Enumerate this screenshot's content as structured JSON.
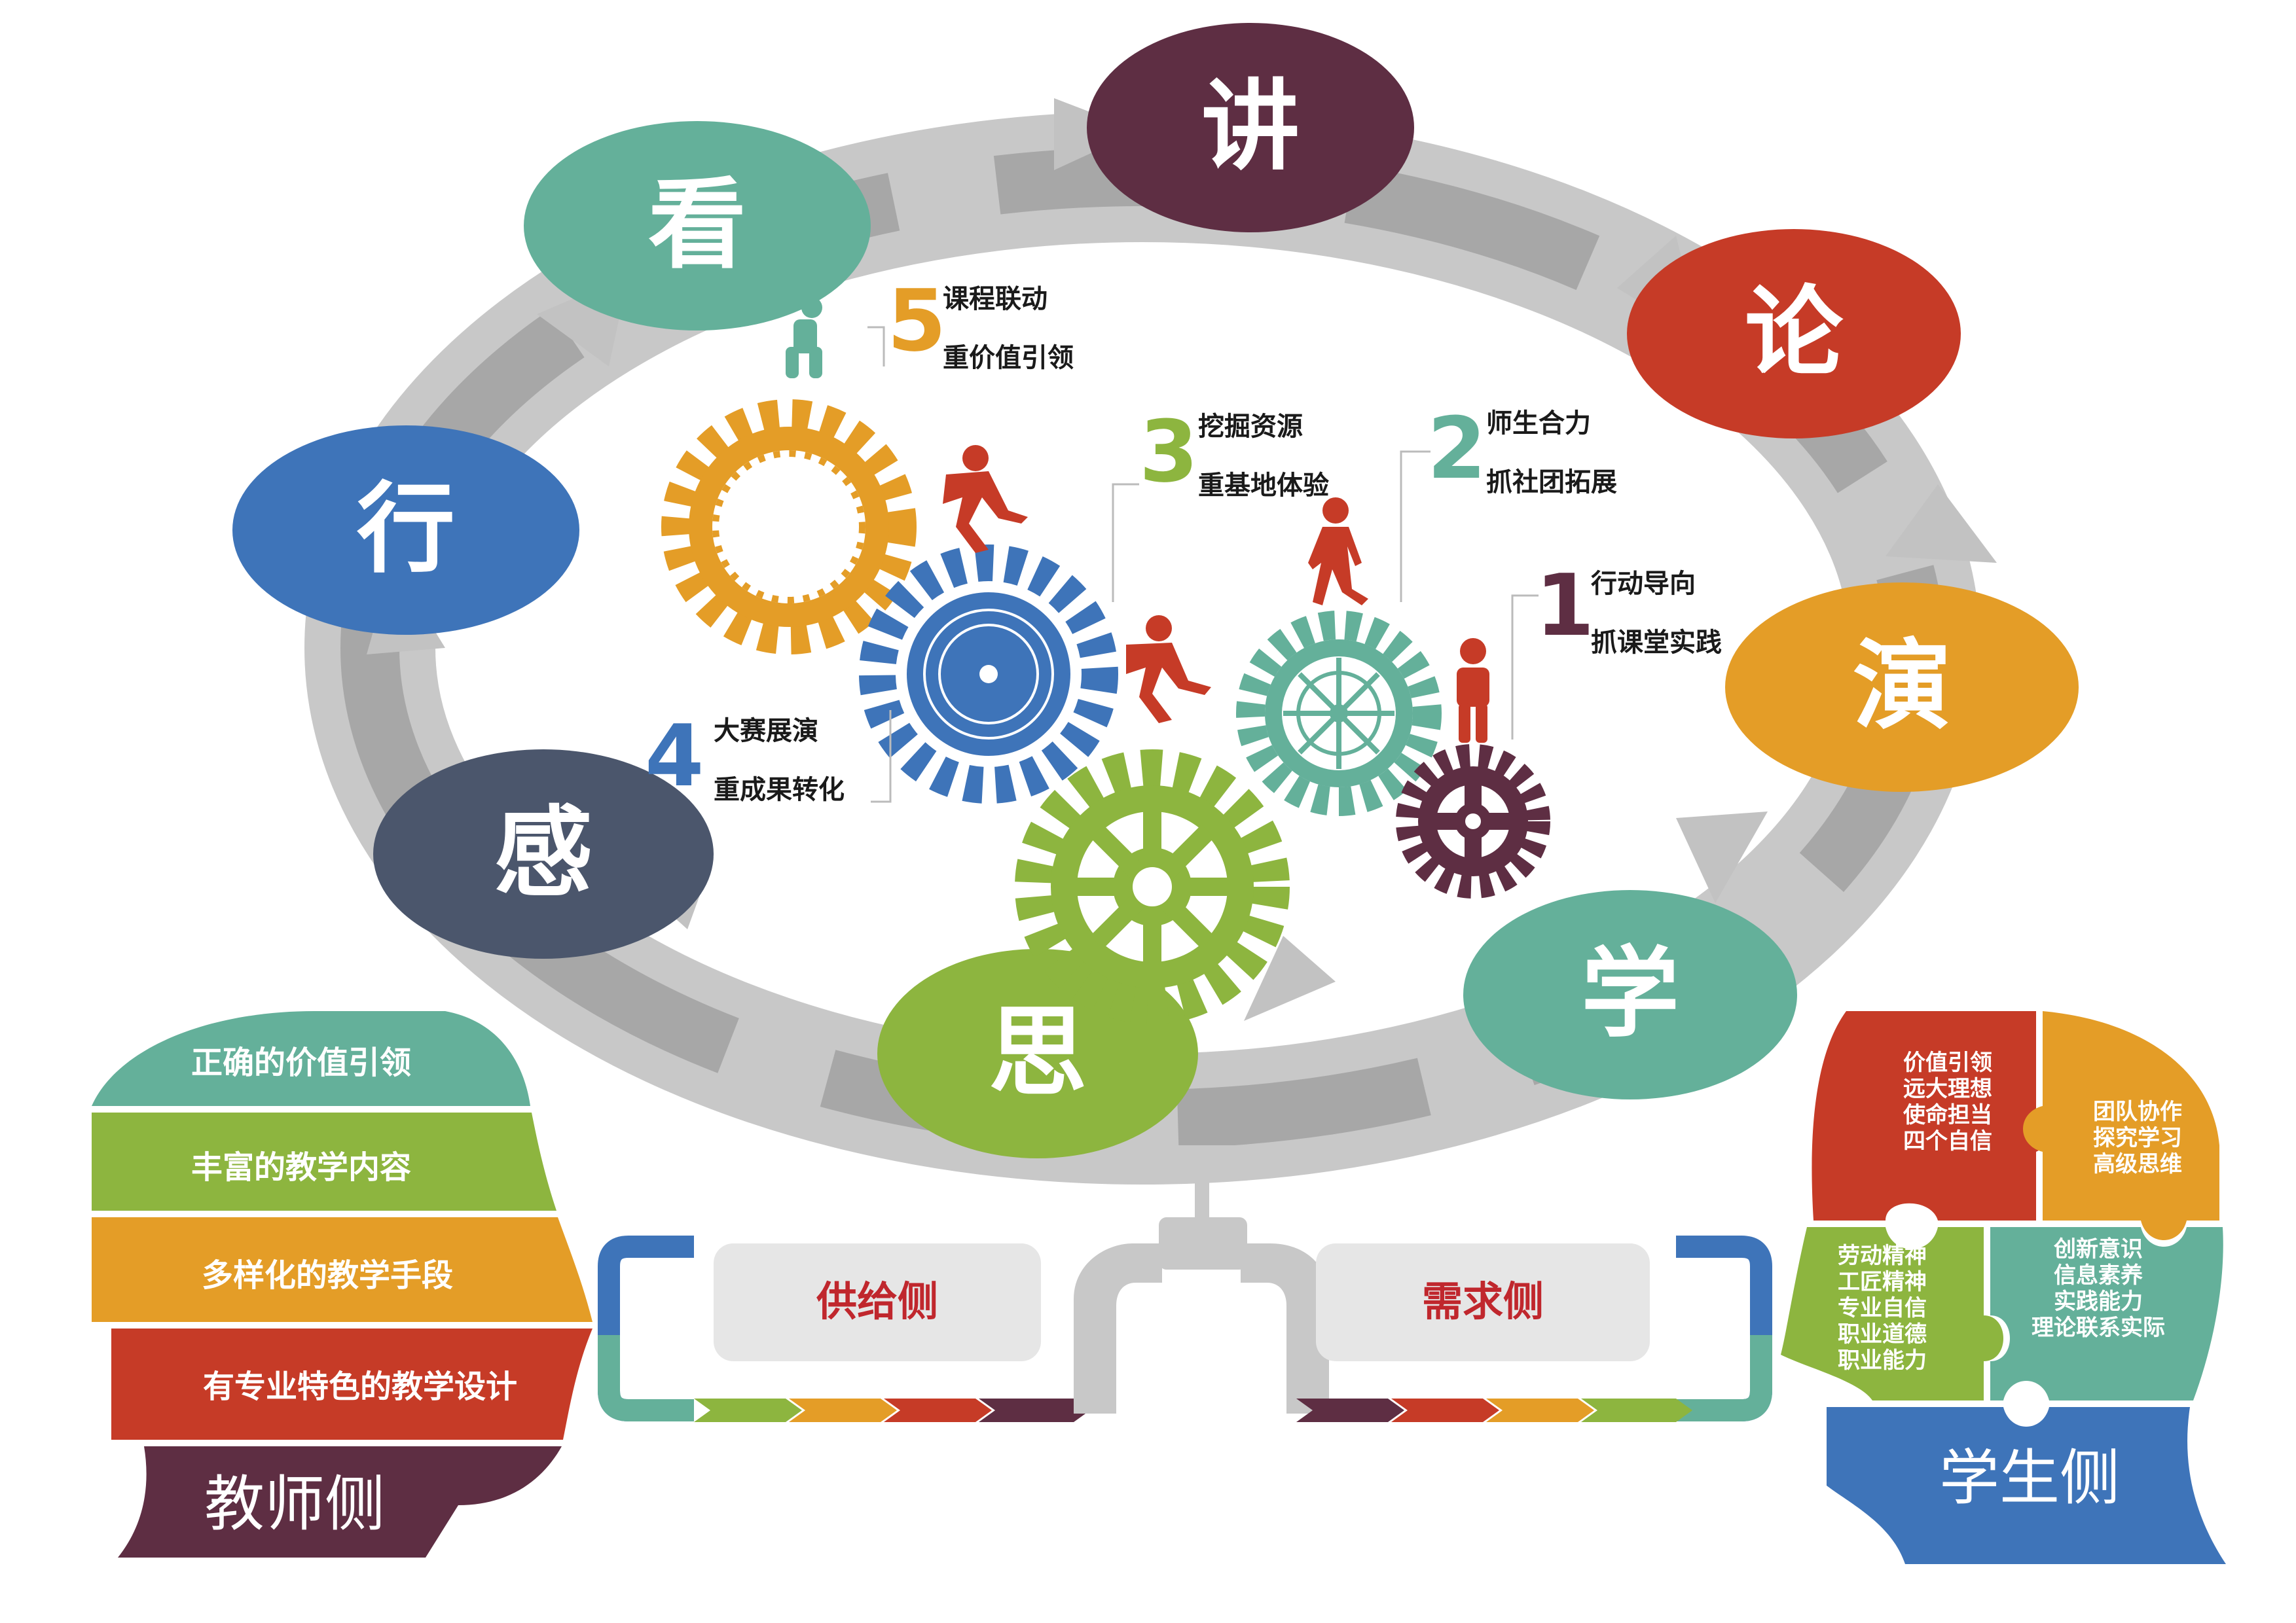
{
  "cycle": [
    {
      "char": "讲",
      "color": "#5e2e43"
    },
    {
      "char": "论",
      "color": "#c63b27"
    },
    {
      "char": "演",
      "color": "#e49d27"
    },
    {
      "char": "学",
      "color": "#64b09a"
    },
    {
      "char": "思",
      "color": "#8db53f"
    },
    {
      "char": "感",
      "color": "#4b566c"
    },
    {
      "char": "行",
      "color": "#3e74b9"
    },
    {
      "char": "看",
      "color": "#64b09a"
    }
  ],
  "steps": [
    {
      "num": "1",
      "line1": "行动导向",
      "line2": "抓课堂实践",
      "color": "#5e2e43"
    },
    {
      "num": "2",
      "line1": "师生合力",
      "line2": "抓社团拓展",
      "color": "#64b09a"
    },
    {
      "num": "3",
      "line1": "挖掘资源",
      "line2": "重基地体验",
      "color": "#8db53f"
    },
    {
      "num": "4",
      "line1": "大赛展演",
      "line2": "重成果转化",
      "color": "#3e74b9"
    },
    {
      "num": "5",
      "line1": "课程联动",
      "line2": "重价值引领",
      "color": "#e49d27"
    }
  ],
  "teacher": {
    "label": "教师侧",
    "layers": [
      {
        "text": "正确的价值引领",
        "color": "#64b09a"
      },
      {
        "text": "丰富的教学内容",
        "color": "#8db53f"
      },
      {
        "text": "多样化的教学手段",
        "color": "#e49d27"
      },
      {
        "text": "有专业特色的教学设计",
        "color": "#c63b27"
      }
    ],
    "base_color": "#5e2e43"
  },
  "student": {
    "label": "学生侧",
    "pieces": [
      {
        "lines": [
          "价值引领",
          "远大理想",
          "使命担当",
          "四个自信"
        ],
        "color": "#c63b27"
      },
      {
        "lines": [
          "团队协作",
          "探究学习",
          "高级思维"
        ],
        "color": "#e49d27"
      },
      {
        "lines": [
          "劳动精神",
          "工匠精神",
          "专业自信",
          "职业道德",
          "职业能力"
        ],
        "color": "#8db53f"
      },
      {
        "lines": [
          "创新意识",
          "信息素养",
          "实践能力",
          "理论联系实际"
        ],
        "color": "#64b09a"
      }
    ],
    "base_color": "#3e74b9"
  },
  "supply": {
    "label": "供给侧",
    "color": "#c0272d"
  },
  "demand": {
    "label": "需求侧",
    "color": "#c0272d"
  }
}
